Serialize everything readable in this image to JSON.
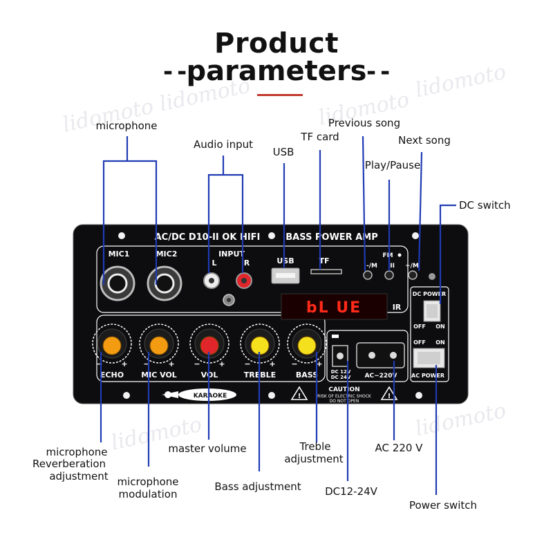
{
  "title": {
    "line1": "Product",
    "line2": "parameters",
    "dash_left": "--",
    "dash_right": "--"
  },
  "watermark": "lidomoto",
  "panel": {
    "model_text": "AC/DC D10-II OK HIFI",
    "bass_text": "BASS  POWER  AMP",
    "mic1": "MIC1",
    "mic2": "MIC2",
    "input": "INPUT",
    "input_l": "L",
    "input_r": "R",
    "usb": "USB",
    "tf": "TF",
    "fm": "FM",
    "btn_prev": "-/M",
    "btn_play": "|II",
    "btn_next": "+/M",
    "display_text": "bL UE",
    "ir": "IR",
    "dc_power": "DC POWER",
    "off": "OFF",
    "on": "ON",
    "ac_power": "AC POWER",
    "dc_label": "DC 12V\nDC 24V",
    "dc_12": "DC 12V",
    "dc_24": "DC 24V",
    "ac_label": "AC~220V",
    "caution": "CAUTION",
    "caution_l2": "RISK OF ELECTRIC SHOCK",
    "caution_l3": "DO NOT OPEN",
    "karaoke": "KARAOKE",
    "knobs": [
      {
        "label": "ECHO",
        "color": "#f39c12"
      },
      {
        "label": "MIC VOL",
        "color": "#f39c12"
      },
      {
        "label": "VOL",
        "color": "#e0262b"
      },
      {
        "label": "TREBLE",
        "color": "#f4e01c"
      },
      {
        "label": "BASS",
        "color": "#f4e01c"
      }
    ],
    "knob_minus": "−",
    "knob_plus": "+"
  },
  "callouts": {
    "microphone": "microphone",
    "audio_input": "Audio input",
    "usb": "USB",
    "tf_card": "TF card",
    "previous_song": "Previous song",
    "next_song": "Next song",
    "play_pause": "Play/Pause",
    "dc_switch": "DC switch",
    "mic_reverb_1": "microphone",
    "mic_reverb_2": "Reverberation",
    "mic_reverb_3": "adjustment",
    "mic_mod_1": "microphone",
    "mic_mod_2": "modulation",
    "master_volume": "master volume",
    "bass_adjustment": "Bass adjustment",
    "treble_1": "Treble",
    "treble_2": "adjustment",
    "dc12_24v": "DC12-24V",
    "ac_220v": "AC 220 V",
    "power_switch": "Power switch"
  },
  "colors": {
    "leader": "#1f3bb3",
    "panel": "#0d0d0f",
    "display_bg": "#1a0000",
    "display_text": "#ff2a1a",
    "accent_red": "#c0392b"
  }
}
